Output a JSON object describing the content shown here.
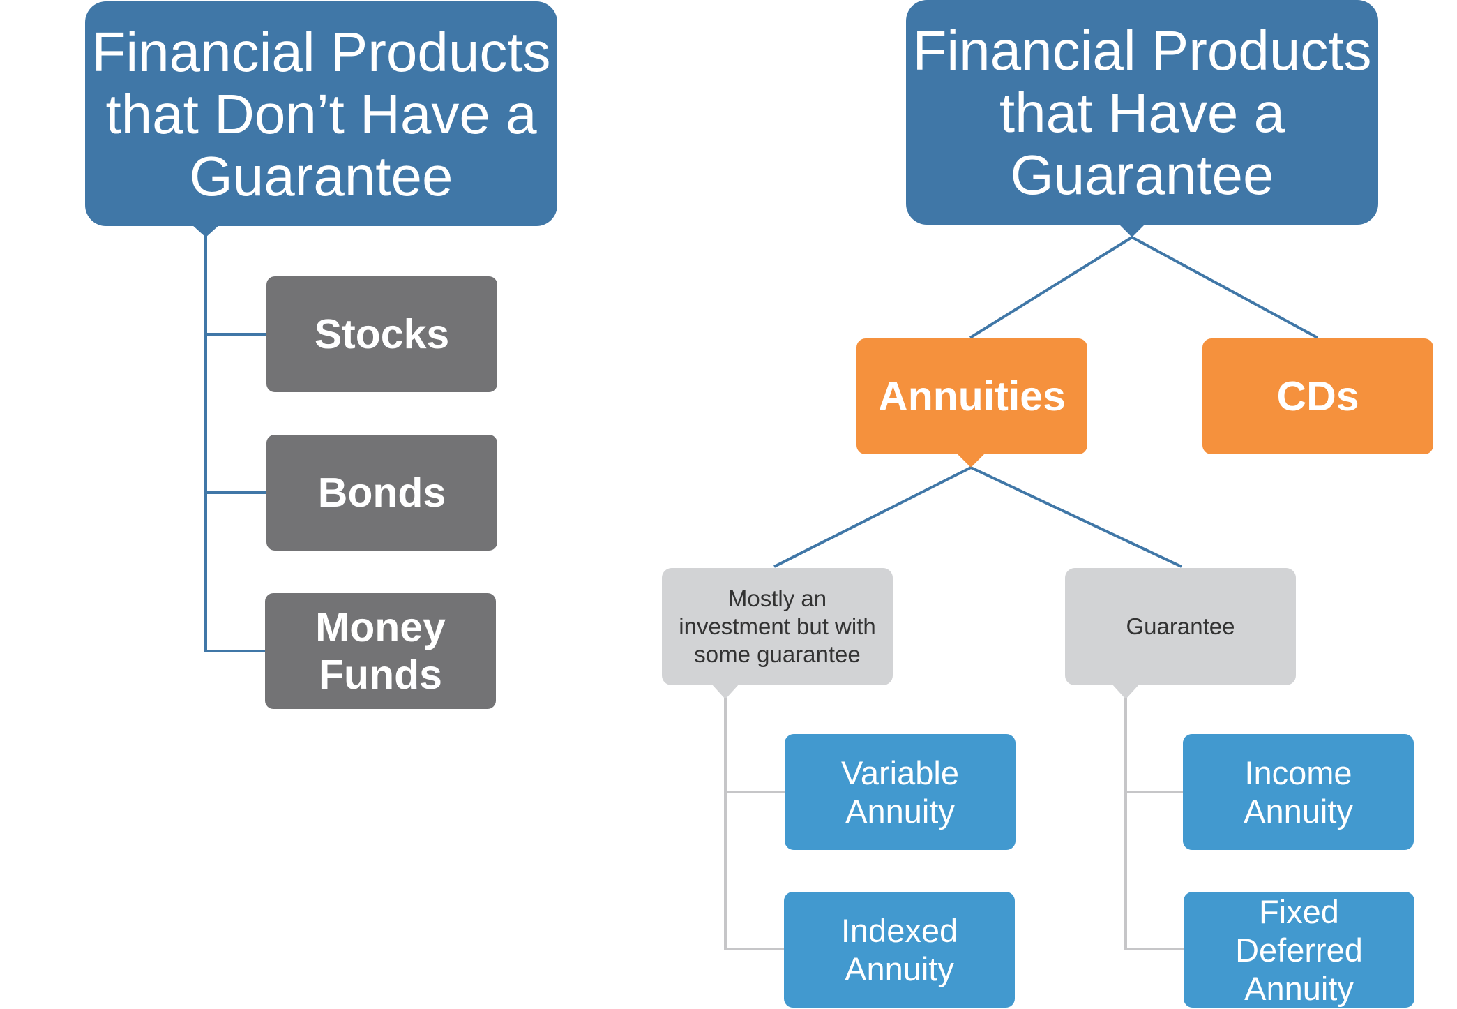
{
  "left_tree": {
    "title": "Financial Products\nthat Don’t Have a\nGuarantee",
    "items": [
      "Stocks",
      "Bonds",
      "Money\nFunds"
    ]
  },
  "right_tree": {
    "title": "Financial Products\nthat Have a\nGuarantee",
    "branches": [
      "Annuities",
      "CDs"
    ],
    "annuity_types": [
      "Mostly an\ninvestment but with\nsome guarantee",
      "Guarantee"
    ],
    "investment_products": [
      "Variable\nAnnuity",
      "Indexed\nAnnuity"
    ],
    "guarantee_products": [
      "Income\nAnnuity",
      "Fixed\nDeferred\nAnnuity"
    ]
  },
  "colors": {
    "title_blue": "#4077a7",
    "item_grey": "#737375",
    "branch_orange": "#f5913d",
    "category_light_grey": "#d2d3d5",
    "product_blue": "#4299cf",
    "connector_blue": "#4077a7",
    "connector_grey": "#c6c6c8"
  }
}
